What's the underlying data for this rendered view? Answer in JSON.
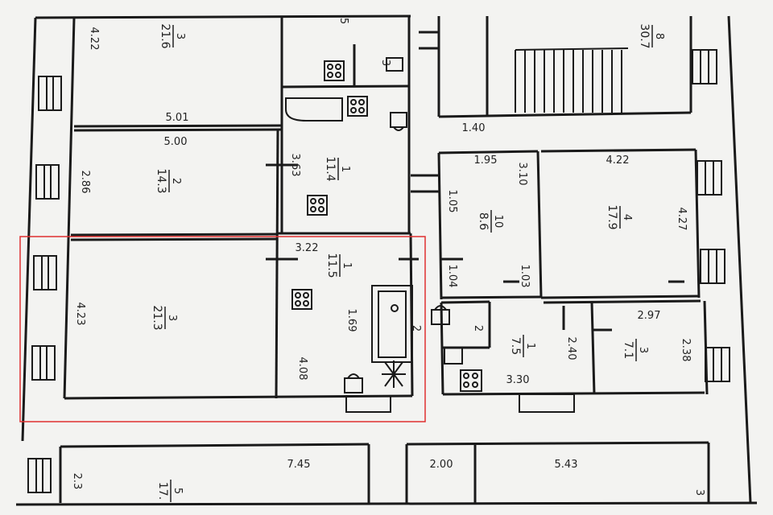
{
  "highlight_color": "#e03030",
  "wall_color": "#1a1a1a",
  "rooms": [
    {
      "id": "r-a",
      "num": "3",
      "area": "21.6",
      "rotated": true
    },
    {
      "id": "r-b",
      "num": "5",
      "area": "",
      "rotated": true
    },
    {
      "id": "r-c",
      "num": "3",
      "area": "",
      "rotated": true
    },
    {
      "id": "r-d",
      "num": "8",
      "area": "30.7",
      "rotated": true
    },
    {
      "id": "r-e",
      "num": "2",
      "area": "14.3",
      "rotated": true
    },
    {
      "id": "r-f",
      "num": "1",
      "area": "11.4",
      "rotated": true
    },
    {
      "id": "r-g",
      "num": "10",
      "area": "8.6",
      "rotated": true
    },
    {
      "id": "r-h",
      "num": "4",
      "area": "17.9",
      "rotated": true
    },
    {
      "id": "r-i",
      "num": "3",
      "area": "21.3",
      "rotated": true
    },
    {
      "id": "r-j",
      "num": "1",
      "area": "11.5",
      "rotated": true
    },
    {
      "id": "r-k",
      "num": "2",
      "area": "",
      "rotated": true
    },
    {
      "id": "r-l",
      "num": "2",
      "area": "",
      "rotated": true
    },
    {
      "id": "r-m",
      "num": "1",
      "area": "7.5",
      "rotated": true
    },
    {
      "id": "r-n",
      "num": "3",
      "area": "7.1",
      "rotated": true
    },
    {
      "id": "r-o",
      "num": "5",
      "area": "17.",
      "rotated": true
    },
    {
      "id": "r-p",
      "num": "3",
      "area": "",
      "rotated": true
    }
  ],
  "dimensions": [
    {
      "id": "d1",
      "text": "4.22",
      "rotated": true
    },
    {
      "id": "d2",
      "text": "5.01",
      "rotated": false
    },
    {
      "id": "d3",
      "text": "5.00",
      "rotated": false
    },
    {
      "id": "d4",
      "text": "2.86",
      "rotated": true
    },
    {
      "id": "d5",
      "text": "3.63",
      "rotated": true
    },
    {
      "id": "d6",
      "text": "1.40",
      "rotated": false
    },
    {
      "id": "d7",
      "text": "1.95",
      "rotated": false
    },
    {
      "id": "d8",
      "text": "3.10",
      "rotated": true
    },
    {
      "id": "d9",
      "text": "4.22",
      "rotated": false
    },
    {
      "id": "d10",
      "text": "1.05",
      "rotated": true
    },
    {
      "id": "d11",
      "text": "4.27",
      "rotated": true
    },
    {
      "id": "d12",
      "text": "3.22",
      "rotated": false
    },
    {
      "id": "d13",
      "text": "1.04",
      "rotated": true
    },
    {
      "id": "d14",
      "text": "1.03",
      "rotated": true
    },
    {
      "id": "d15",
      "text": "4.23",
      "rotated": true
    },
    {
      "id": "d16",
      "text": "1.69",
      "rotated": true
    },
    {
      "id": "d17",
      "text": "2.97",
      "rotated": false
    },
    {
      "id": "d18",
      "text": "2.40",
      "rotated": true
    },
    {
      "id": "d19",
      "text": "2.38",
      "rotated": true
    },
    {
      "id": "d20",
      "text": "4.08",
      "rotated": true
    },
    {
      "id": "d21",
      "text": "3.30",
      "rotated": false
    },
    {
      "id": "d22",
      "text": "7.45",
      "rotated": false
    },
    {
      "id": "d23",
      "text": "2.00",
      "rotated": false
    },
    {
      "id": "d24",
      "text": "5.43",
      "rotated": false
    },
    {
      "id": "d25",
      "text": "2.3",
      "rotated": true
    }
  ]
}
